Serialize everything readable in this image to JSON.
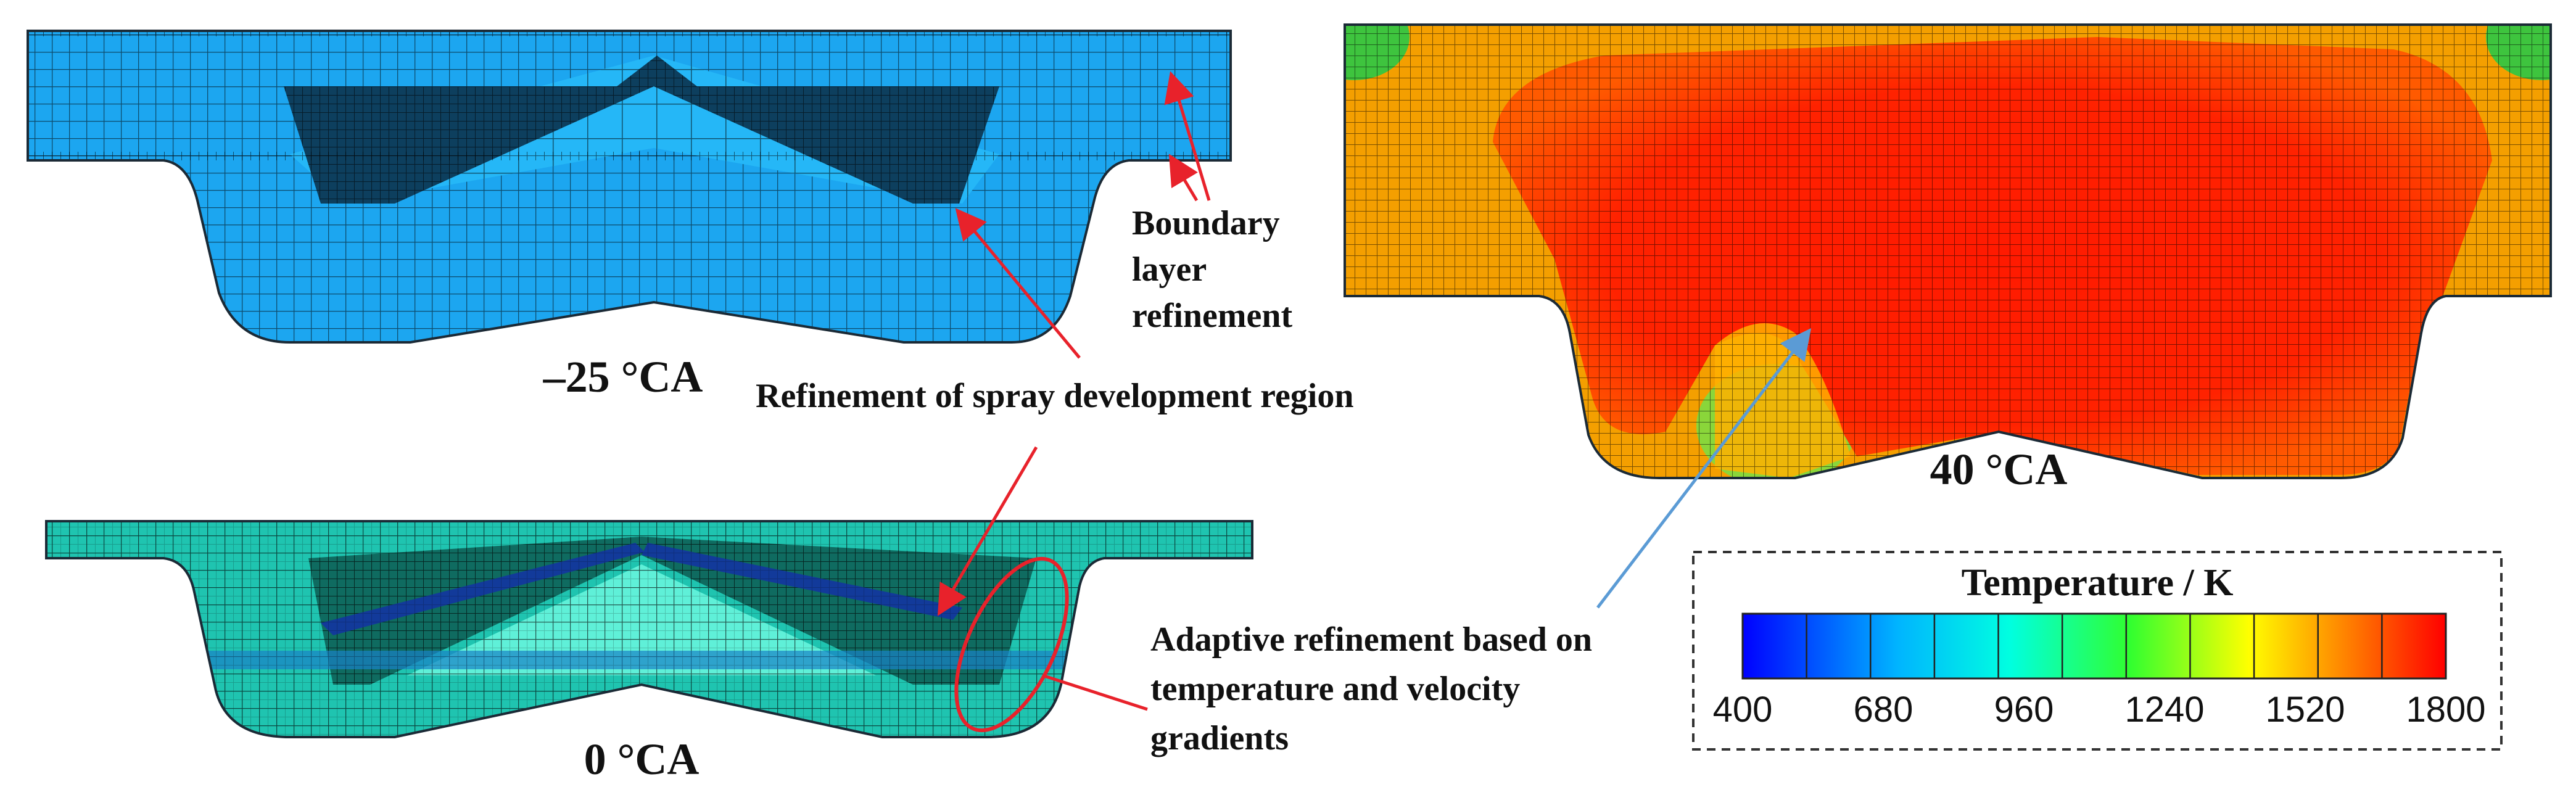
{
  "panels": {
    "top_left": {
      "label": "–25 °CA"
    },
    "bottom_left": {
      "label": "0 °CA"
    },
    "right": {
      "label": "40 °CA"
    }
  },
  "annotations": {
    "boundary_layer": [
      "Boundary",
      "layer",
      "refinement"
    ],
    "spray_region": "Refinement of spray development region",
    "adaptive": [
      "Adaptive refinement based on",
      "temperature and velocity",
      "gradients"
    ]
  },
  "colorbar": {
    "title": "Temperature / K",
    "ticks": [
      "400",
      "680",
      "960",
      "1240",
      "1520",
      "1800"
    ],
    "min": 400,
    "max": 1800,
    "colors": [
      "#0000ff",
      "#00c8ff",
      "#00ff90",
      "#40ff00",
      "#ffff00",
      "#ff0000"
    ]
  }
}
